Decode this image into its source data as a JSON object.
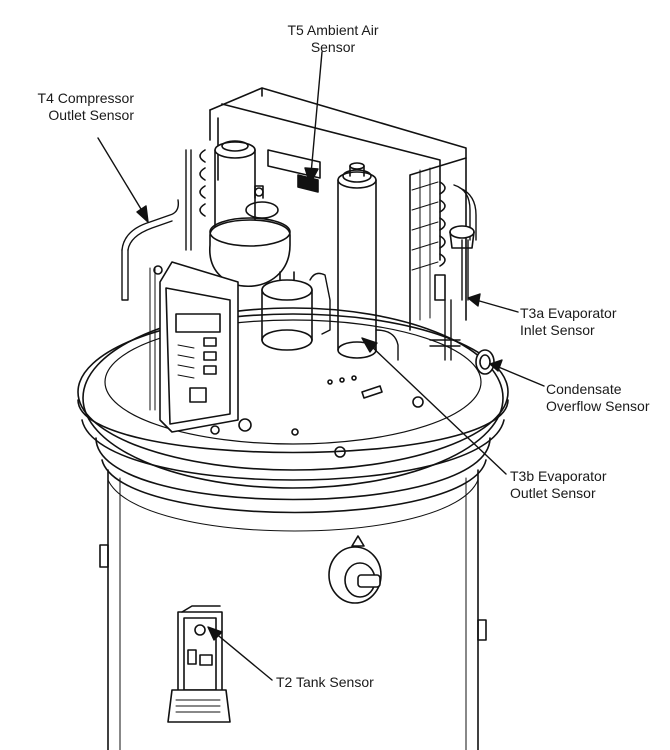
{
  "labels": {
    "t5": {
      "line1": "T5 Ambient Air",
      "line2": "Sensor"
    },
    "t4": {
      "line1": "T4 Compressor",
      "line2": "Outlet Sensor"
    },
    "t3a": {
      "line1": "T3a Evaporator",
      "line2": "Inlet Sensor"
    },
    "condensate": {
      "line1": "Condensate",
      "line2": "Overflow Sensor"
    },
    "t3b": {
      "line1": "T3b Evaporator",
      "line2": "Outlet Sensor"
    },
    "t2": {
      "line1": "T2 Tank Sensor"
    }
  },
  "colors": {
    "line": "#111111",
    "fill": "#ffffff",
    "shade": "#dcdcdc"
  }
}
